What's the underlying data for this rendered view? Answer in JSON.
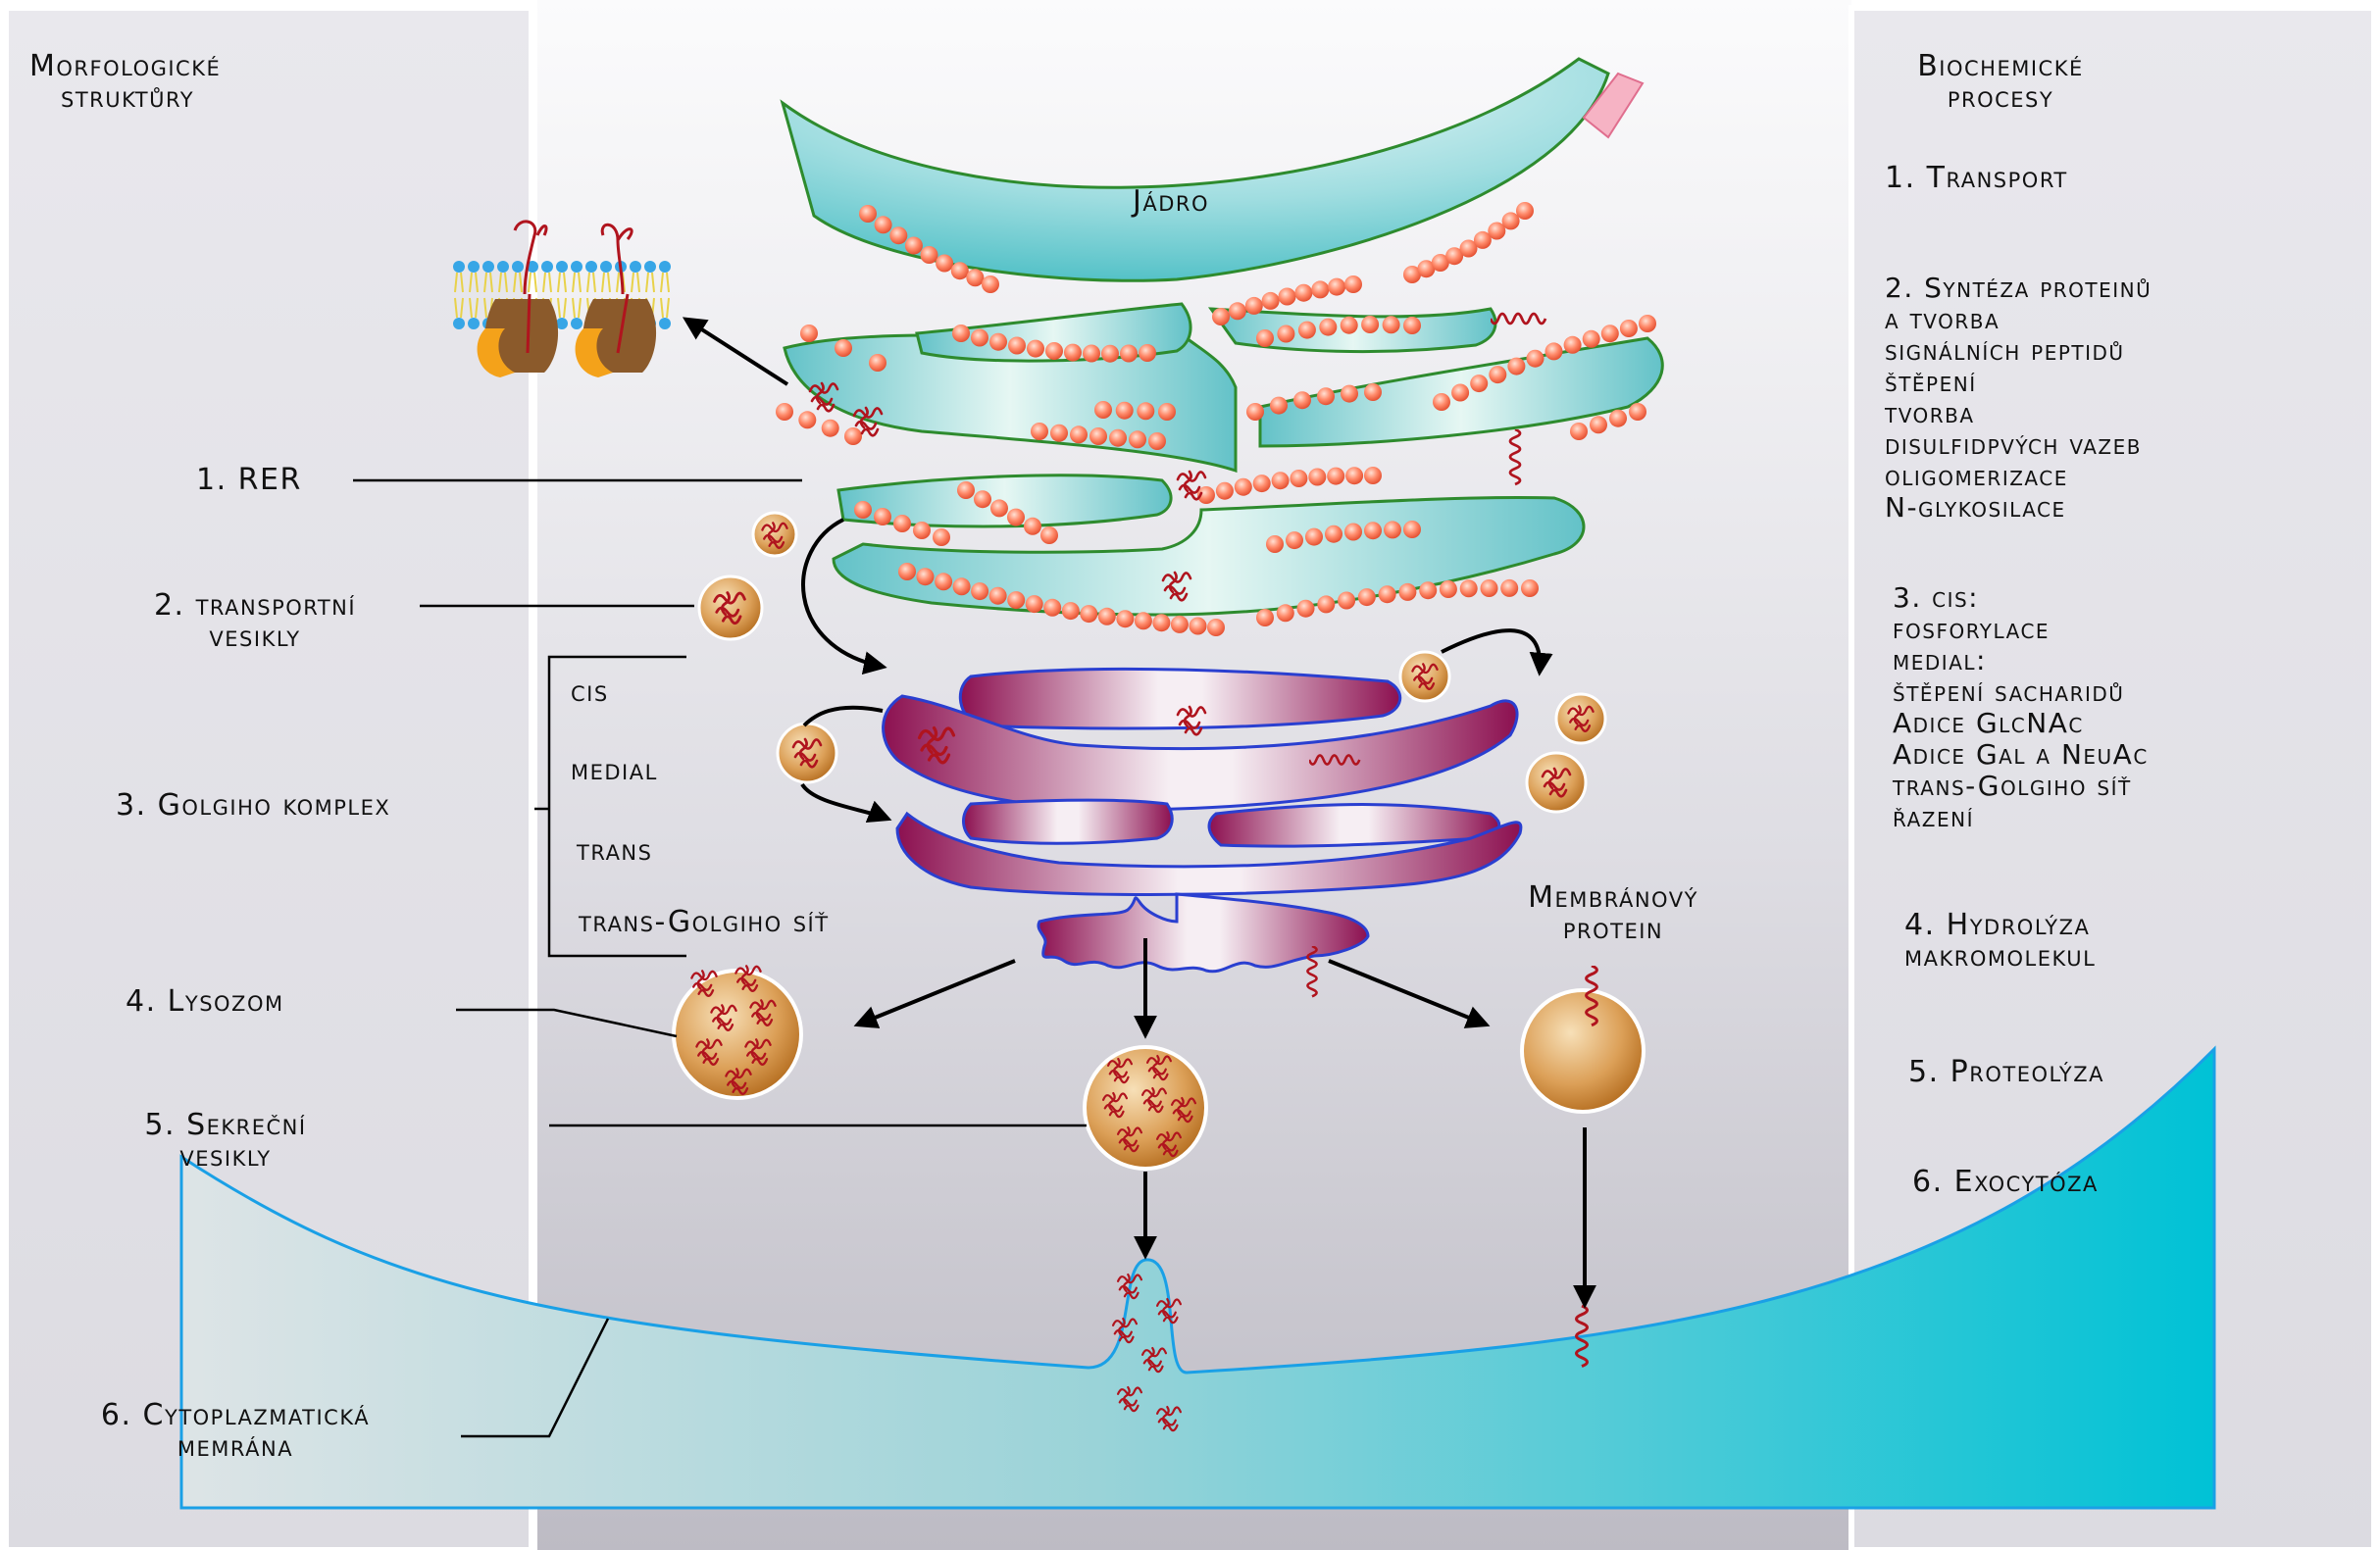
{
  "left_panel": {
    "title_line1": "Morfologické",
    "title_line2": "struktůry",
    "labels": {
      "rer": "1. RER",
      "vesicles_1": "2. transportní",
      "vesicles_2": "vesikly",
      "golgi": "3. Golgiho komplex",
      "cis": "cis",
      "medial": "medial",
      "trans": "trans",
      "tgn": "trans-Golgiho síť",
      "lysosome": "4. Lysozom",
      "secretory_1": "5. Sekreční",
      "secretory_2": "vesikly",
      "membrane_1": "6. Cytoplazmatická",
      "membrane_2": "memrána"
    }
  },
  "center": {
    "nucleus": "Jádro",
    "membrane_protein_1": "Membránový",
    "membrane_protein_2": "protein"
  },
  "right_panel": {
    "title_line1": "Biochemické",
    "title_line2": "procesy",
    "p1": "1. Transport",
    "p2": [
      "2. Syntéza proteinů",
      "a tvorba",
      "signálních peptidů",
      "štěpení",
      "tvorba",
      "disulfidpvých vazeb",
      "oligomerizace",
      "N-glykosilace"
    ],
    "p3": [
      "3. cis:",
      "fosforylace",
      "medial:",
      "štěpení sacharidů",
      "Adice GlcNAc",
      "Adice Gal a NeuAc",
      "trans-Golgiho síť",
      "řazení"
    ],
    "p4": [
      "4. Hydrolýza",
      "makromolekul"
    ],
    "p5": "5. Proteolýza",
    "p6": "6. Exocytóza"
  },
  "colors": {
    "er_fill": "#7fd0d4",
    "er_stroke": "#2e8b2e",
    "ribosome": "#f06a4a",
    "golgi_fill": "#8b1450",
    "golgi_stroke": "#2a3fd0",
    "vesicle": "#d38a2c",
    "protein": "#b0141e",
    "membrane": "#19c4d6",
    "panel": "#e6e5ea"
  }
}
